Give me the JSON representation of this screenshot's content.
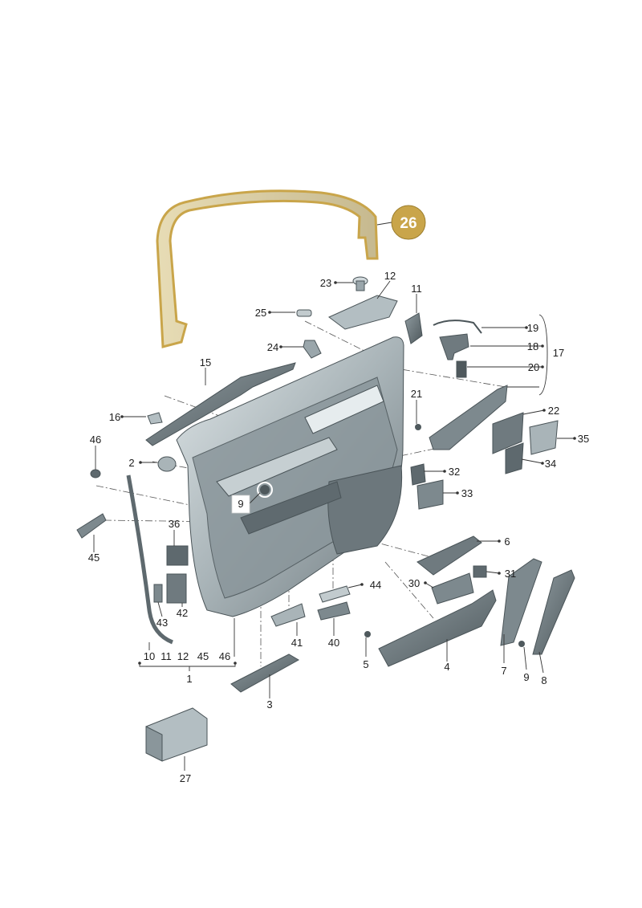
{
  "colors": {
    "highlight": "#c9a54a",
    "highlight_text": "#ffffff",
    "part_fill": "#9aa6ab",
    "part_light": "#d3dcdf",
    "part_dark": "#5e696e",
    "outline": "#4a5458"
  },
  "callouts": {
    "c1": "1",
    "c2": "2",
    "c3": "3",
    "c4": "4",
    "c5": "5",
    "c6": "6",
    "c7": "7",
    "c8": "8",
    "c9a": "9",
    "c9b": "9",
    "c10": "10",
    "c11a": "11",
    "c11b": "11",
    "c12a": "12",
    "c12b": "12",
    "c15": "15",
    "c16": "16",
    "c17": "17",
    "c18": "18",
    "c19": "19",
    "c20": "20",
    "c21": "21",
    "c22": "22",
    "c23": "23",
    "c24": "24",
    "c25": "25",
    "c26": "26",
    "c27": "27",
    "c30": "30",
    "c31": "31",
    "c32": "32",
    "c33": "33",
    "c34": "34",
    "c35": "35",
    "c36": "36",
    "c40": "40",
    "c41": "41",
    "c42": "42",
    "c43": "43",
    "c44": "44",
    "c45a": "45",
    "c45b": "45",
    "c46a": "46",
    "c46b": "46"
  }
}
